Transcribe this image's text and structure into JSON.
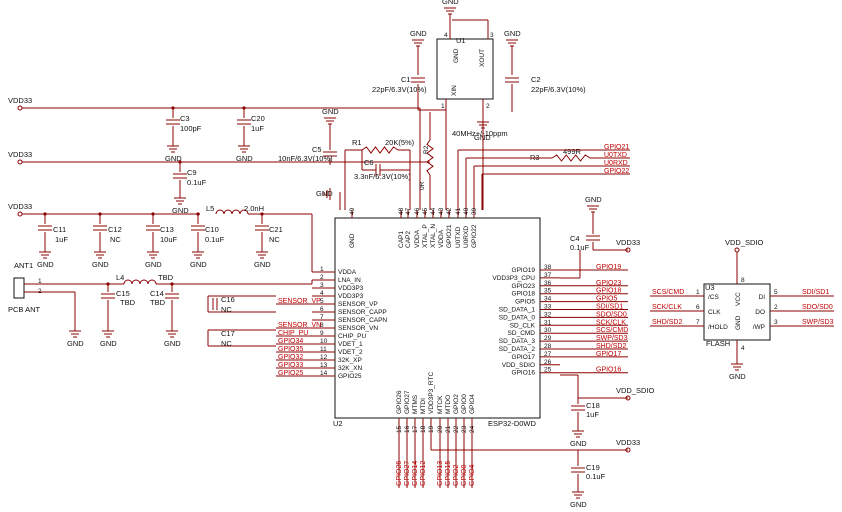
{
  "gnd": "GND",
  "vdd33": "VDD33",
  "vdd_sdio": "VDD_SDIO",
  "u1": {
    "ref": "U1",
    "pin_gnd": "GND",
    "pin_xout": "XOUT",
    "pin_xin": "XIN",
    "pin_nums": [
      "4",
      "3",
      "1",
      "2"
    ],
    "desc": "40MHz+/-10ppm"
  },
  "passives": {
    "c1_ref": "C1",
    "c1_val": "22pF/6.3V(10%)",
    "c2_ref": "C2",
    "c2_val": "22pF/6.3V(10%)",
    "c3_ref": "C3",
    "c3_val": "100pF",
    "c20_ref": "C20",
    "c20_val": "1uF",
    "c9_ref": "C9",
    "c9_val": "0.1uF",
    "c5_ref": "C5",
    "c5_val": "10nF/6.3V(10%)",
    "r1_ref": "R1",
    "r1_val": "20K(5%)",
    "c6_ref": "C6",
    "c6_val": "3.3nF/6.3V(10%)",
    "r2_ref": "R2",
    "r2_val": "0R",
    "r3_ref": "R3",
    "r3_val": "499R",
    "c11_ref": "C11",
    "c11_val": "1uF",
    "c12_ref": "C12",
    "c12_val": "NC",
    "c13_ref": "C13",
    "c13_val": "10uF",
    "c10_ref": "C10",
    "c10_val": "0.1uF",
    "l5_ref": "L5",
    "l5_val": "2.0nH",
    "c21_ref": "C21",
    "c21_val": "NC",
    "l4_ref": "L4",
    "l4_val": "TBD",
    "c15_ref": "C15",
    "c15_val": "TBD",
    "c14_ref": "C14",
    "c14_val": "TBD",
    "c16_ref": "C16",
    "c16_val": "NC",
    "c17_ref": "C17",
    "c17_val": "NC",
    "c4_ref": "C4",
    "c4_val": "0.1uF",
    "c18_ref": "C18",
    "c18_val": "1uF",
    "c19_ref": "C19",
    "c19_val": "0.1uF"
  },
  "antenna": {
    "ref": "ANT1",
    "desc": "PCB ANT",
    "pin1": "1",
    "pin2": "2"
  },
  "u2": {
    "ref": "U2",
    "part": "ESP32-D0WD",
    "left_pins": [
      {
        "name": "VDDA",
        "num": "1"
      },
      {
        "name": "LNA_IN",
        "num": "2"
      },
      {
        "name": "VDD3P3",
        "num": "3"
      },
      {
        "name": "VDD3P3",
        "num": "4"
      },
      {
        "name": "SENSOR_VP",
        "num": "5"
      },
      {
        "name": "SENSOR_CAPP",
        "num": "6"
      },
      {
        "name": "SENSOR_CAPN",
        "num": "7"
      },
      {
        "name": "SENSOR_VN",
        "num": "8"
      },
      {
        "name": "CHIP_PU",
        "num": "9"
      },
      {
        "name": "VDET_1",
        "num": "10"
      },
      {
        "name": "VDET_2",
        "num": "11"
      },
      {
        "name": "32K_XP",
        "num": "12"
      },
      {
        "name": "32K_XN",
        "num": "13"
      },
      {
        "name": "GPIO25",
        "num": "14"
      }
    ],
    "left_nets": [
      "SENSOR_VP",
      "SENSOR_VN",
      "CHIP_PU",
      "GPIO34",
      "GPIO35",
      "GPIO32",
      "GPIO33",
      "GPIO25"
    ],
    "right_pins": [
      {
        "name": "GPIO19",
        "num": "38"
      },
      {
        "name": "VDD3P3_CPU",
        "num": "37"
      },
      {
        "name": "GPIO23",
        "num": "36"
      },
      {
        "name": "GPIO18",
        "num": "35"
      },
      {
        "name": "GPIO5",
        "num": "34"
      },
      {
        "name": "SD_DATA_1",
        "num": "33"
      },
      {
        "name": "SD_DATA_0",
        "num": "32"
      },
      {
        "name": "SD_CLK",
        "num": "31"
      },
      {
        "name": "SD_CMD",
        "num": "30"
      },
      {
        "name": "SD_DATA_3",
        "num": "29"
      },
      {
        "name": "SD_DATA_2",
        "num": "28"
      },
      {
        "name": "GPIO17",
        "num": "27"
      },
      {
        "name": "VDD_SDIO",
        "num": "26"
      },
      {
        "name": "GPIO16",
        "num": "25"
      }
    ],
    "right_nets": [
      "GPIO19",
      "GPIO23",
      "GPIO18",
      "GPIO5",
      "SDI/SD1",
      "SDO/SD0",
      "SCK/CLK",
      "SCS/CMD",
      "SWP/SD3",
      "SHD/SD2",
      "GPIO17",
      "GPIO16"
    ],
    "top_pins": [
      {
        "name": "GND",
        "num": "49"
      },
      {
        "name": "CAP1",
        "num": "48"
      },
      {
        "name": "CAP2",
        "num": "47"
      },
      {
        "name": "VDDA",
        "num": "46"
      },
      {
        "name": "XTAL_P",
        "num": "45"
      },
      {
        "name": "XTAL_N",
        "num": "44"
      },
      {
        "name": "VDDA",
        "num": "43"
      },
      {
        "name": "GPIO21",
        "num": "42"
      },
      {
        "name": "U0TXD",
        "num": "41"
      },
      {
        "name": "U0RXD",
        "num": "40"
      },
      {
        "name": "GPIO22",
        "num": "39"
      }
    ],
    "top_nets": [
      "GPIO21",
      "U0TXD",
      "U0RXD",
      "GPIO22"
    ],
    "bottom_pins": [
      {
        "name": "GPIO26",
        "num": "15"
      },
      {
        "name": "GPIO27",
        "num": "16"
      },
      {
        "name": "MTMS",
        "num": "17"
      },
      {
        "name": "MTDI",
        "num": "18"
      },
      {
        "name": "VDD3P3_RTC",
        "num": "19"
      },
      {
        "name": "MTCK",
        "num": "20"
      },
      {
        "name": "MTDO",
        "num": "21"
      },
      {
        "name": "GPIO2",
        "num": "22"
      },
      {
        "name": "GPIO0",
        "num": "23"
      },
      {
        "name": "GPIO4",
        "num": "24"
      }
    ],
    "bottom_nets": [
      "GPIO26",
      "GPIO27",
      "GPIO14",
      "GPIO12",
      "GPIO13",
      "GPIO15",
      "GPIO2",
      "GPIO0",
      "GPIO4"
    ]
  },
  "u3": {
    "ref": "U3",
    "part": "FLASH",
    "vcc_pin": "VCC",
    "gnd_pin": "GND",
    "pins": [
      {
        "name": "/CS",
        "num": "1",
        "net": "SCS/CMD"
      },
      {
        "name": "CLK",
        "num": "6",
        "net": "SCK/CLK"
      },
      {
        "name": "/HOLD",
        "num": "7",
        "net": "SHD/SD2"
      },
      {
        "name": "DI",
        "num": "5",
        "net": "SDI/SD1"
      },
      {
        "name": "DO",
        "num": "2",
        "net": "SDO/SD0"
      },
      {
        "name": "/WP",
        "num": "3",
        "net": "SWP/SD3"
      }
    ],
    "pin_vcc_num": "8",
    "pin_gnd_num": "4"
  },
  "colors": {
    "wire": "#8b0000",
    "net_label": "#c00000",
    "ink": "#111111"
  }
}
